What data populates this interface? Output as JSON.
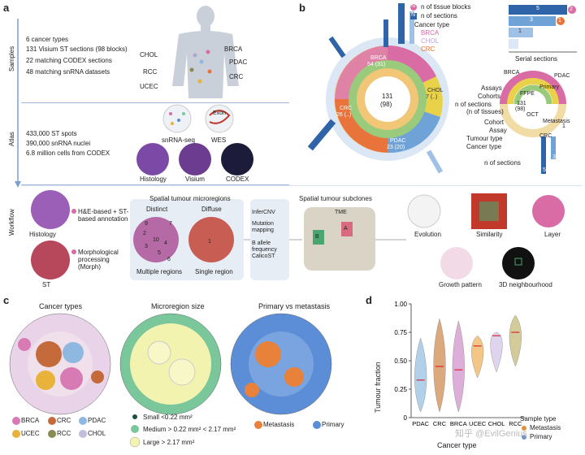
{
  "panels": {
    "a": "a",
    "b": "b",
    "c": "c",
    "d": "d"
  },
  "panel_a": {
    "row_labels": [
      "Samples",
      "Atlas",
      "Workflow"
    ],
    "samples": [
      "6 cancer types",
      "131 Visium ST sections (98 blocks)",
      "22 matching CODEX sections",
      "48 matching snRNA datasets"
    ],
    "body_labels": [
      "BRCA",
      "CHOL",
      "PDAC",
      "RCC",
      "CRC",
      "UCEC"
    ],
    "atlas": [
      "433,000 ST spots",
      "390,000 snRNA nuclei",
      "6.8 million cells from CODEX"
    ],
    "atlas_icons": [
      "snRNA-seq",
      "WES",
      "Histology",
      "Visium",
      "CODEX"
    ],
    "wes_text": "Exon",
    "workflow": {
      "histology": "Histology",
      "st": "ST",
      "step1": "H&E-based + ST-based annotation",
      "step2": "Morphological processing (Morph)",
      "micro_title": "Spatial tumour microregions",
      "distinct": "Distinct",
      "diffuse": "Diffuse",
      "multiple": "Multiple regions",
      "single": "Single region",
      "micro_numbers": [
        "9",
        "7",
        "2",
        "10",
        "3",
        "4",
        "5",
        "6",
        "1"
      ],
      "methods": [
        "InferCNV",
        "Mutation mapping",
        "B allele frequency CalicoST"
      ],
      "subclone_title": "Spatial tumour subclones",
      "tme": "TME",
      "sub_a": "A",
      "sub_b": "B",
      "outputs": [
        "Evolution",
        "Similarity",
        "Layer",
        "Growth pattern",
        "3D neighbourhood"
      ]
    }
  },
  "panel_b": {
    "legend": [
      "n of tissue blocks",
      "n of sections"
    ],
    "legend_keys": [
      "N",
      "N"
    ],
    "cancer_type_title": "Cancer type",
    "types": [
      {
        "name": "BRCA",
        "color": "#d96ba5"
      },
      {
        "name": "CHOL",
        "color": "#b7a6cc"
      },
      {
        "name": "CRC",
        "color": "#e8743b"
      }
    ],
    "center": "131",
    "center_sub": "(98)",
    "ring_labels": [
      {
        "name": "BRCA",
        "sub": "54 (31)"
      },
      {
        "name": "CRC",
        "sub": "26 (..)"
      },
      {
        "name": "PDAC",
        "sub": "23 (20)"
      },
      {
        "name": "CHOL",
        "sub": "7 (..)"
      }
    ],
    "serial_values": [
      "5",
      "3",
      "1"
    ],
    "serial_badges": [
      "2",
      "1"
    ],
    "serial_title": "Serial sections",
    "guide_labels": [
      "Assays",
      "Cohorts",
      "n of sections",
      "(n of tissues)",
      "Cohort",
      "Assay",
      "Tumour type",
      "Cancer type"
    ],
    "guide_center": "131",
    "guide_center_sub": "(98)",
    "guide_ring_text": [
      "BRCA",
      "PDAC",
      "Primary",
      "OCT",
      "FFPE",
      "Metastasis",
      "CRC",
      "1",
      "5",
      "3"
    ],
    "n_sections": "n of sections"
  },
  "panel_c": {
    "titles": [
      "Cancer types",
      "Microregion size",
      "Primary vs metastasis"
    ],
    "legend_types": [
      {
        "name": "BRCA",
        "color": "#d87ab4"
      },
      {
        "name": "CRC",
        "color": "#c46a3b"
      },
      {
        "name": "PDAC",
        "color": "#8fb8e0"
      },
      {
        "name": "UCEC",
        "color": "#e8b23b"
      },
      {
        "name": "RCC",
        "color": "#8b8a55"
      },
      {
        "name": "CHOL",
        "color": "#c4bcdc"
      }
    ],
    "legend_sizes": [
      {
        "name": "Small <0.22 mm²",
        "color": "#1d4f3f"
      },
      {
        "name": "Medium > 0.22 mm² < 2.17 mm²",
        "color": "#79c79b"
      },
      {
        "name": "Large > 2.17 mm²",
        "color": "#f3f3b0"
      }
    ],
    "legend_meta": [
      {
        "name": "Metastasis",
        "color": "#e8823b"
      },
      {
        "name": "Primary",
        "color": "#5b8ed6"
      }
    ]
  },
  "chart_data": {
    "type": "violin",
    "title": "",
    "xlabel": "Cancer type",
    "ylabel": "Tumour fraction",
    "ylim": [
      0.0,
      1.0
    ],
    "yticks": [
      "0",
      "0.25",
      "0.50",
      "0.75",
      "1.00"
    ],
    "categories": [
      "PDAC",
      "CRC",
      "BRCA",
      "UCEC",
      "CHOL",
      "RCC"
    ],
    "colors": [
      "#a9cde8",
      "#d9a070",
      "#d9a6d4",
      "#f2c07a",
      "#dcd0ec",
      "#cfc690"
    ],
    "medians": [
      0.33,
      0.45,
      0.42,
      0.63,
      0.72,
      0.75
    ],
    "mins": [
      0.05,
      0.05,
      0.05,
      0.35,
      0.4,
      0.45
    ],
    "maxs": [
      0.7,
      0.87,
      0.85,
      0.72,
      0.75,
      0.9
    ],
    "legend_title": "Sample type",
    "series": [
      {
        "name": "Metastasis",
        "color": "#e0913f"
      },
      {
        "name": "Primary",
        "color": "#6f95c7"
      }
    ]
  },
  "watermark": "知乎 @EvilGenius"
}
